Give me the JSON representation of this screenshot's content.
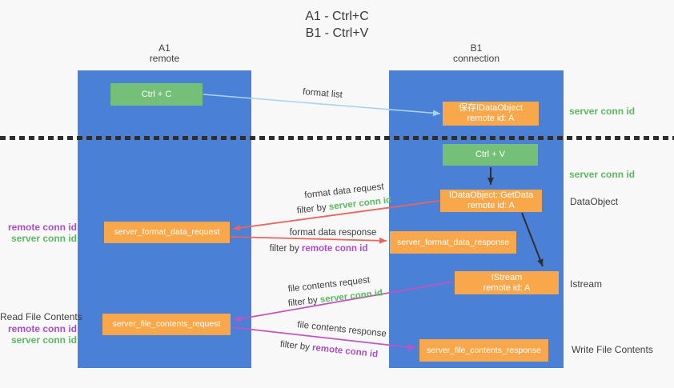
{
  "title": {
    "line1": "A1 - Ctrl+C",
    "line2": "B1 - Ctrl+V"
  },
  "columns": {
    "left": {
      "name": "A1",
      "subtitle": "remote"
    },
    "right": {
      "name": "B1",
      "subtitle": "connection"
    }
  },
  "boxes": {
    "ctrl_c": {
      "label": "Ctrl + C"
    },
    "save_dataobject": {
      "line1": "保存IDataObject",
      "line2": "remote id: A"
    },
    "ctrl_v": {
      "label": "Ctrl + V"
    },
    "getdata": {
      "line1": "IDataObject::GetData",
      "line2": "remote id: A"
    },
    "format_request": {
      "label": "server_format_data_request"
    },
    "format_response": {
      "label": "server_format_data_response"
    },
    "istream": {
      "line1": "IStream",
      "line2": "remote id: A"
    },
    "file_request": {
      "label": "server_file_contents_request"
    },
    "file_response": {
      "label": "server_file_contents_response"
    }
  },
  "arrow_labels": {
    "format_list": "format list",
    "format_data_request": "format data request",
    "format_data_response": "format data response",
    "file_contents_request": "file contents request",
    "file_contents_response": "file contents response",
    "filter_by": "filter by",
    "server_conn_id": "server conn id",
    "remote_conn_id": "remote conn id"
  },
  "side_labels": {
    "server_conn_id_top": "server conn id",
    "server_conn_id_mid": "server conn id",
    "dataobject": "DataObject",
    "istream": "Istream",
    "write_file_contents": "Write File Contents",
    "read_file_contents": "Read File Contents",
    "remote_conn_id": "remote conn id",
    "server_conn_id": "server conn id"
  },
  "colors": {
    "background": "#f8f8f8",
    "column_blue": "#4a80d5",
    "box_orange": "#f8a84a",
    "box_green": "#74c078",
    "text_dark": "#3e3e3e",
    "text_green": "#5cb861",
    "text_purple": "#a94fc4",
    "arrow_lightblue": "#a9d2f0",
    "arrow_red": "#e8645e",
    "arrow_magenta": "#c254c2",
    "arrow_black": "#2f2f2f"
  }
}
